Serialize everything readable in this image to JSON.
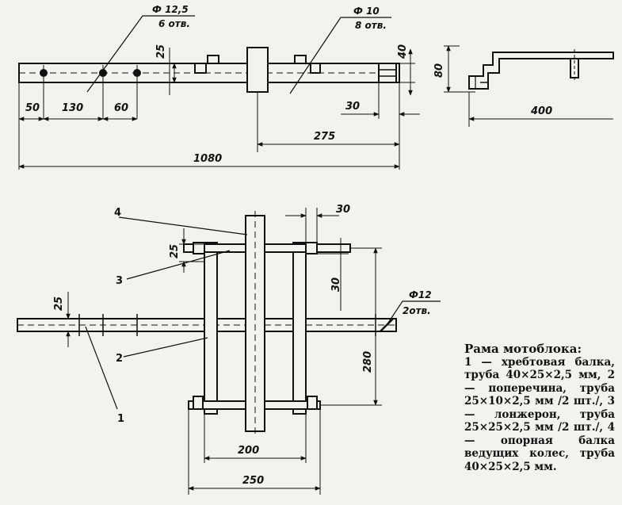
{
  "side_view": {
    "hole_a": "Ф 12,5",
    "hole_a_count": "6 отв.",
    "hole_b": "Ф 10",
    "hole_b_count": "8 отв.",
    "dim_25": "25",
    "dim_40": "40",
    "dim_50": "50",
    "dim_130": "130",
    "dim_60": "60",
    "dim_30": "30",
    "dim_275": "275",
    "dim_1080": "1080"
  },
  "detail_view": {
    "dim_80": "80",
    "dim_400": "400"
  },
  "top_view": {
    "label_1": "1",
    "label_2": "2",
    "label_3": "3",
    "label_4": "4",
    "dim_30": "30",
    "dim_25_top": "25",
    "dim_30_right": "30",
    "dim_25_left": "25",
    "hole": "Ф12",
    "hole_count": "2отв.",
    "dim_280": "280",
    "dim_200": "200",
    "dim_250": "250"
  },
  "caption": {
    "title": "Рама мотоблока:",
    "body": "1 — хребтовая балка, труба 40×25×2,5 мм, 2 — поперечина, труба 25×10×2,5 мм /2 шт./, 3 — лонжерон, труба 25×25×2,5 мм /2 шт./, 4 — опорная балка ведущих колес, труба 40×25×2,5 мм."
  }
}
